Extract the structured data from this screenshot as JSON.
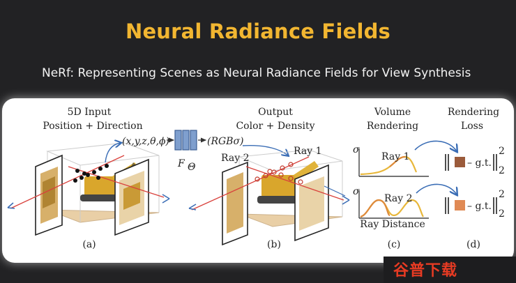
{
  "slide": {
    "title": "Neural Radiance Fields",
    "subtitle": "NeRf:  Representing Scenes as Neural Radiance Fields for View Synthesis"
  },
  "panel_a": {
    "heading_line1": "5D Input",
    "heading_line2": "Position + Direction",
    "input_tuple": "(x,y,z,θ,ϕ)",
    "caption": "(a)"
  },
  "network": {
    "label": "F",
    "subscript": "Θ",
    "output_tuple": "(RGBσ)"
  },
  "panel_b": {
    "heading_line1": "Output",
    "heading_line2": "Color + Density",
    "ray1_label": "Ray 1",
    "ray2_label": "Ray 2",
    "caption": "(b)"
  },
  "panel_c": {
    "heading_line1": "Volume",
    "heading_line2": "Rendering",
    "sigma_label": "σ",
    "plot1_label": "Ray 1",
    "plot2_label": "Ray 2",
    "x_axis_label": "Ray Distance",
    "caption": "(c)"
  },
  "panel_d": {
    "heading_line1": "Rendering",
    "heading_line2": "Loss",
    "gt_label": "– g.t.",
    "superscript": "2",
    "subscript": "2",
    "caption": "(d)"
  },
  "colors": {
    "title": "#f2b631",
    "network_block": "#7f9fce",
    "ray_red": "#d9413c",
    "arrow_blue": "#3a6db5",
    "curve_yellow": "#e8b73a",
    "curve_orange": "#de8a3c",
    "swatch_brown": "#9b5b3b",
    "swatch_orange": "#e08a55"
  },
  "watermark": "谷普下载"
}
